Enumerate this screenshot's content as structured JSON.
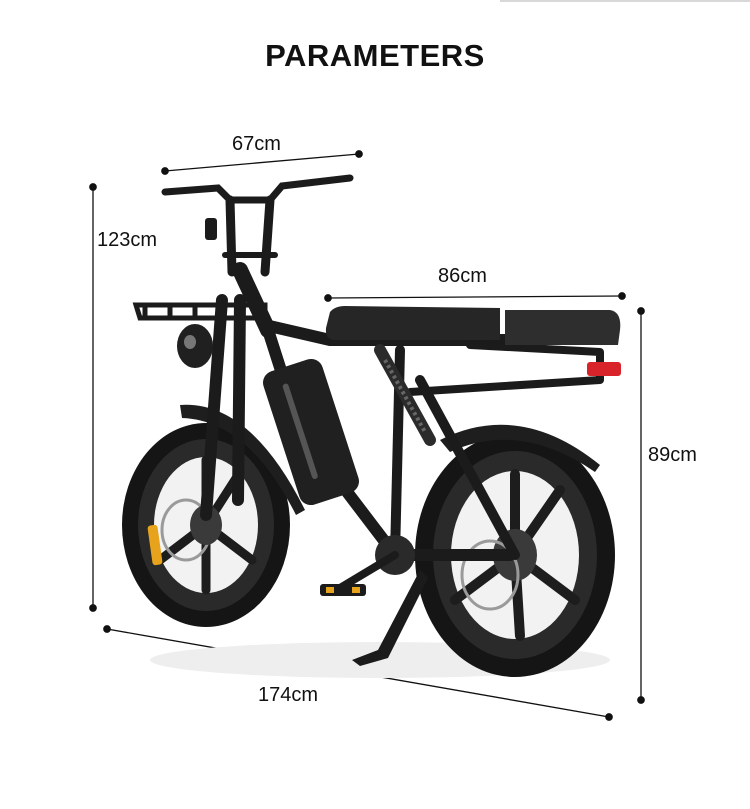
{
  "title": "PARAMETERS",
  "dimensions": {
    "handlebar_width": "67cm",
    "overall_height": "123cm",
    "seat_length": "86cm",
    "rear_height": "89cm",
    "overall_length": "174cm"
  },
  "colors": {
    "frame": "#1b1b1b",
    "tire": "#151515",
    "rim": "#2a2a2a",
    "tail_light": "#d8232a",
    "pedal_accent": "#e8a31c"
  }
}
